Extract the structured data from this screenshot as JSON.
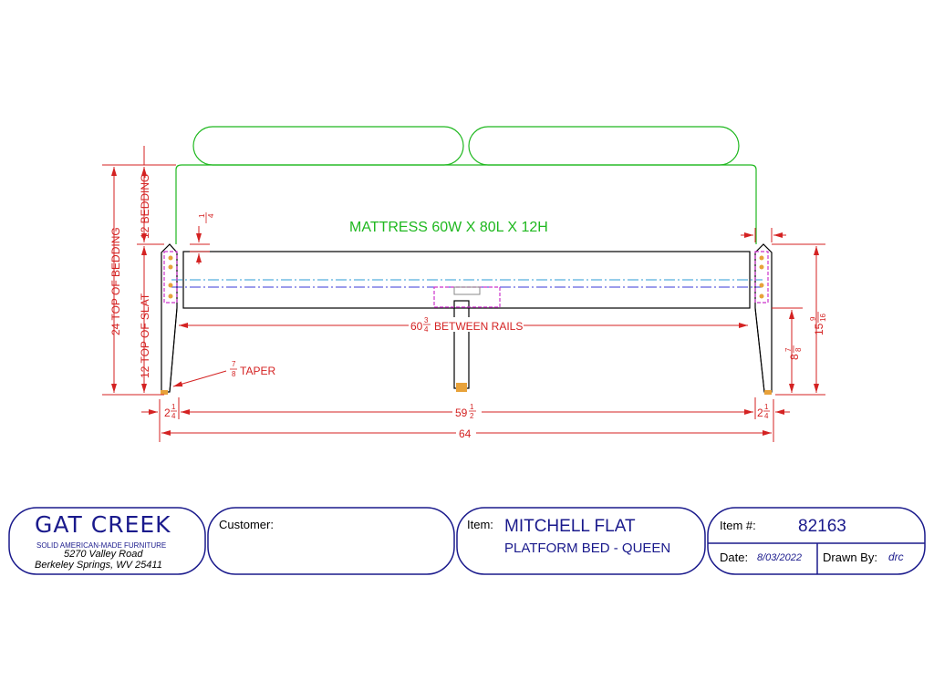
{
  "drawing": {
    "mattress_label": "MATTRESS 60W X 80L X 12H",
    "dims": {
      "top_of_bedding": "24 TOP OF BEDDING",
      "bedding": "12 BEDDING",
      "top_of_slat": "12 TOP OF SLAT",
      "quarter_num": "1",
      "quarter_den": "4",
      "between_whole": "60",
      "between_num": "3",
      "between_den": "4",
      "between_text": "BETWEEN RAILS",
      "taper_num": "7",
      "taper_den": "8",
      "taper_text": "TAPER",
      "leg_left_whole": "2",
      "leg_right_whole": "2",
      "leg_num": "1",
      "leg_den": "4",
      "inner_whole": "59",
      "inner_num": "1",
      "inner_den": "2",
      "overall": "64",
      "right_height_whole": "15",
      "right_height_num": "9",
      "right_height_den": "16",
      "leg_height_whole": "8",
      "leg_height_num": "7",
      "leg_height_den": "8"
    }
  },
  "title_block": {
    "company_name": "GAT CREEK",
    "tagline": "SOLID AMERICAN-MADE FURNITURE",
    "address_line1": "5270 Valley Road",
    "address_line2": "Berkeley Springs, WV  25411",
    "customer_label": "Customer:",
    "customer_value": "",
    "item_label": "Item:",
    "item_line1": "MITCHELL FLAT",
    "item_line2": "PLATFORM BED - QUEEN",
    "item_no_label": "Item #:",
    "item_no_value": "82163",
    "date_label": "Date:",
    "date_value": "8/03/2022",
    "drawn_by_label": "Drawn By:",
    "drawn_by_value": "drc"
  },
  "colors": {
    "dimension": "#d42222",
    "mattress": "#1fb81f",
    "hardware": "#cc33cc",
    "title_block": "#1a1a8c",
    "outline": "#000000"
  }
}
